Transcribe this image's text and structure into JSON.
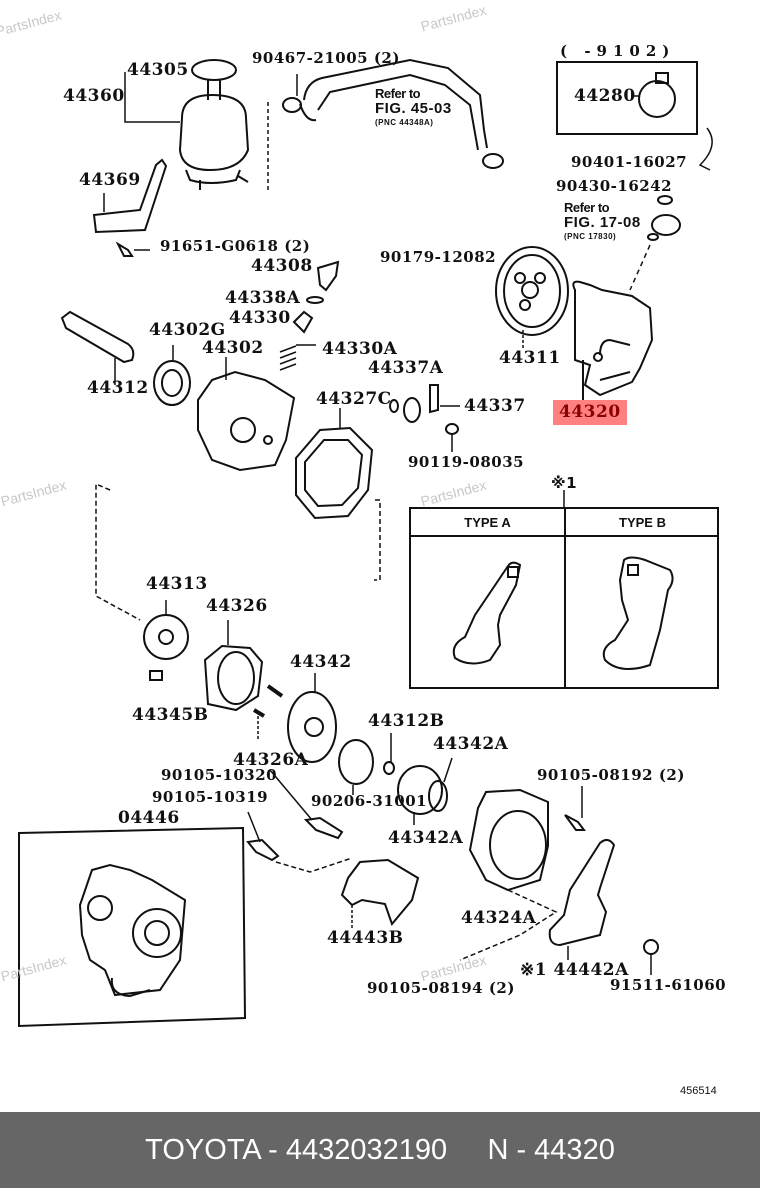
{
  "diagram": {
    "title": "Power steering pump parts diagram",
    "figure_number": "456514",
    "watermark": "PartsIndex",
    "highlight_color": "#ff8080",
    "highlighted_part": "44320",
    "variant_note": "( -9102)",
    "callouts": [
      {
        "id": "44305",
        "label": "44305"
      },
      {
        "id": "44360",
        "label": "44360"
      },
      {
        "id": "90467-21005",
        "label": "90467-21005 (2)"
      },
      {
        "id": "44369",
        "label": "44369"
      },
      {
        "id": "91651-G0618",
        "label": "91651-G0618 (2)"
      },
      {
        "id": "44308",
        "label": "44308"
      },
      {
        "id": "44338A",
        "label": "44338A"
      },
      {
        "id": "44330",
        "label": "44330"
      },
      {
        "id": "44302G",
        "label": "44302G"
      },
      {
        "id": "44302",
        "label": "44302"
      },
      {
        "id": "44330A",
        "label": "44330A"
      },
      {
        "id": "44312",
        "label": "44312"
      },
      {
        "id": "44337A",
        "label": "44337A"
      },
      {
        "id": "44327C",
        "label": "44327C"
      },
      {
        "id": "44337",
        "label": "44337"
      },
      {
        "id": "90119-08035",
        "label": "90119-08035"
      },
      {
        "id": "44280",
        "label": "44280"
      },
      {
        "id": "90401-16027",
        "label": "90401-16027"
      },
      {
        "id": "90430-16242",
        "label": "90430-16242"
      },
      {
        "id": "90179-12082",
        "label": "90179-12082"
      },
      {
        "id": "44311",
        "label": "44311"
      },
      {
        "id": "44320",
        "label": "44320"
      },
      {
        "id": "44313",
        "label": "44313"
      },
      {
        "id": "44326",
        "label": "44326"
      },
      {
        "id": "44342",
        "label": "44342"
      },
      {
        "id": "44345B",
        "label": "44345B"
      },
      {
        "id": "44326A",
        "label": "44326A"
      },
      {
        "id": "44312B",
        "label": "44312B"
      },
      {
        "id": "44342A-top",
        "label": "44342A"
      },
      {
        "id": "90105-10320",
        "label": "90105-10320"
      },
      {
        "id": "90105-10319",
        "label": "90105-10319"
      },
      {
        "id": "90206-31001",
        "label": "90206-31001"
      },
      {
        "id": "44342A-bottom",
        "label": "44342A"
      },
      {
        "id": "90105-08192",
        "label": "90105-08192 (2)"
      },
      {
        "id": "04446",
        "label": "04446"
      },
      {
        "id": "44443B",
        "label": "44443B"
      },
      {
        "id": "44324A",
        "label": "44324A"
      },
      {
        "id": "44442A",
        "label": "※1 44442A"
      },
      {
        "id": "90105-08194",
        "label": "90105-08194 (2)"
      },
      {
        "id": "91511-61060",
        "label": "91511-61060"
      }
    ],
    "references": [
      {
        "line1": "Refer to",
        "line2": "FIG. 45-03",
        "line3": "(PNC 44348A)"
      },
      {
        "line1": "Refer to",
        "line2": "FIG. 17-08",
        "line3": "(PNC 17830)"
      }
    ],
    "type_table": {
      "marker": "※1",
      "columns": [
        "TYPE A",
        "TYPE B"
      ]
    }
  },
  "footer": {
    "text": "TOYOTA - 4432032190     N - 44320"
  }
}
